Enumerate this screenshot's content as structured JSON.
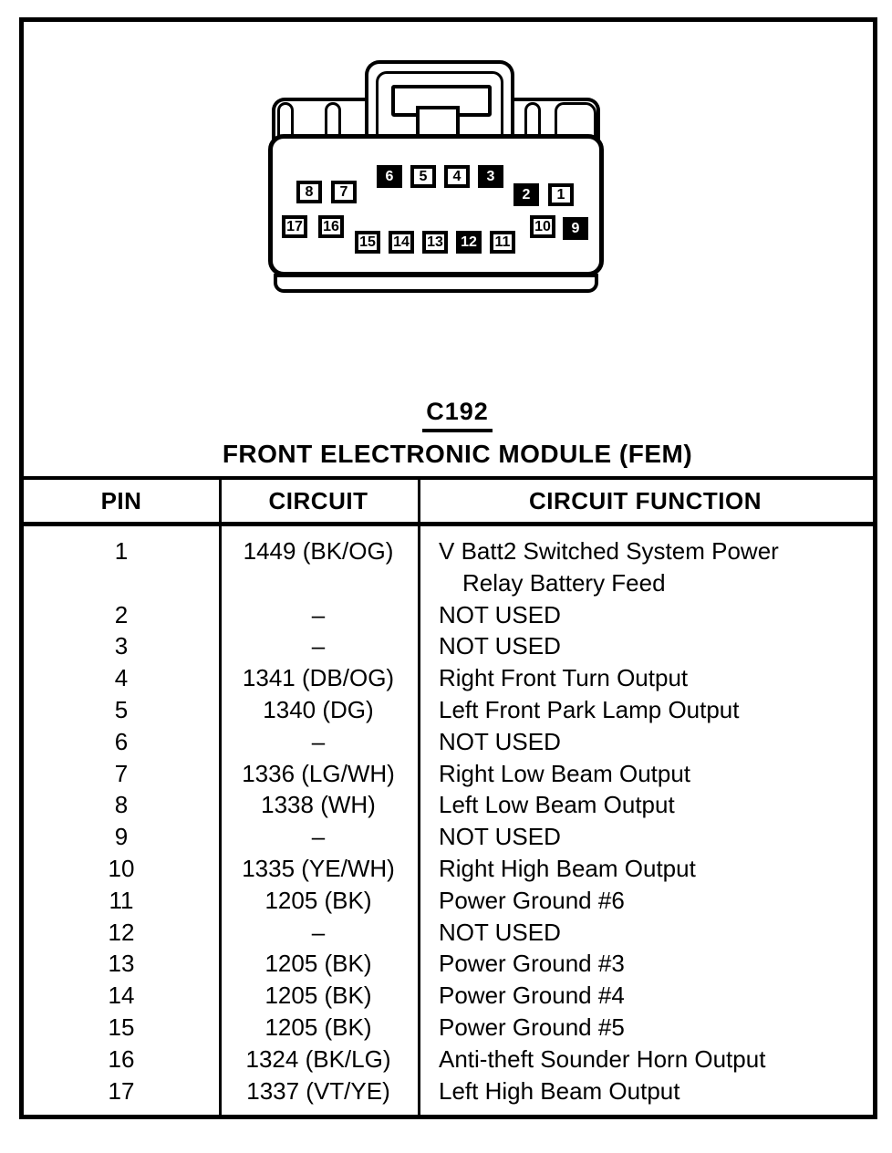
{
  "colors": {
    "ink": "#000000",
    "paper": "#ffffff",
    "filled_pin": "#000000"
  },
  "titles": {
    "connector_id": "C192",
    "connector_name": "FRONT ELECTRONIC MODULE (FEM)"
  },
  "connector": {
    "pins": [
      {
        "num": "1",
        "filled": false
      },
      {
        "num": "2",
        "filled": true
      },
      {
        "num": "3",
        "filled": true
      },
      {
        "num": "4",
        "filled": false
      },
      {
        "num": "5",
        "filled": false
      },
      {
        "num": "6",
        "filled": true
      },
      {
        "num": "7",
        "filled": false
      },
      {
        "num": "8",
        "filled": false
      },
      {
        "num": "9",
        "filled": true
      },
      {
        "num": "10",
        "filled": false
      },
      {
        "num": "11",
        "filled": false
      },
      {
        "num": "12",
        "filled": true
      },
      {
        "num": "13",
        "filled": false
      },
      {
        "num": "14",
        "filled": false
      },
      {
        "num": "15",
        "filled": false
      },
      {
        "num": "16",
        "filled": false
      },
      {
        "num": "17",
        "filled": false
      }
    ]
  },
  "table": {
    "headers": [
      "PIN",
      "CIRCUIT",
      "CIRCUIT FUNCTION"
    ],
    "rows": [
      {
        "pin": "1",
        "circuit": "1449 (BK/OG)",
        "func": "V Batt2 Switched System Power",
        "func2": "Relay Battery Feed"
      },
      {
        "pin": "2",
        "circuit": "–",
        "func": "NOT USED"
      },
      {
        "pin": "3",
        "circuit": "–",
        "func": "NOT USED"
      },
      {
        "pin": "4",
        "circuit": "1341 (DB/OG)",
        "func": "Right Front Turn Output"
      },
      {
        "pin": "5",
        "circuit": "1340 (DG)",
        "func": "Left Front Park Lamp Output"
      },
      {
        "pin": "6",
        "circuit": "–",
        "func": "NOT USED"
      },
      {
        "pin": "7",
        "circuit": "1336 (LG/WH)",
        "func": "Right Low Beam Output"
      },
      {
        "pin": "8",
        "circuit": "1338 (WH)",
        "func": "Left Low Beam Output"
      },
      {
        "pin": "9",
        "circuit": "–",
        "func": "NOT USED"
      },
      {
        "pin": "10",
        "circuit": "1335 (YE/WH)",
        "func": "Right High Beam Output"
      },
      {
        "pin": "11",
        "circuit": "1205 (BK)",
        "func": "Power Ground #6"
      },
      {
        "pin": "12",
        "circuit": "–",
        "func": "NOT USED"
      },
      {
        "pin": "13",
        "circuit": "1205 (BK)",
        "func": "Power Ground #3"
      },
      {
        "pin": "14",
        "circuit": "1205 (BK)",
        "func": "Power Ground #4"
      },
      {
        "pin": "15",
        "circuit": "1205 (BK)",
        "func": "Power Ground #5"
      },
      {
        "pin": "16",
        "circuit": "1324 (BK/LG)",
        "func": "Anti-theft Sounder Horn Output"
      },
      {
        "pin": "17",
        "circuit": "1337 (VT/YE)",
        "func": "Left High Beam Output"
      }
    ]
  }
}
